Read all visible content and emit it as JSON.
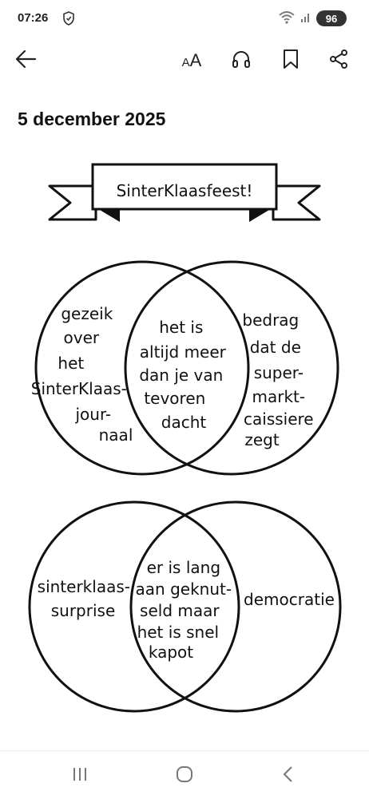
{
  "status": {
    "time": "07:26",
    "battery": "96",
    "icons": [
      "shield-icon",
      "wifi-icon",
      "signal-icon"
    ]
  },
  "toolbar": {
    "font_small": "A",
    "font_big": "A",
    "icons": [
      "back-arrow-icon",
      "font-size-icon",
      "headphones-icon",
      "bookmark-icon",
      "share-icon"
    ]
  },
  "article": {
    "date": "5 december 2025"
  },
  "comic": {
    "banner_title": "SinterKlaasfeest!",
    "venn1": {
      "left": [
        "gezeik",
        "over",
        "het",
        "SinterKlaas-",
        "jour-",
        "naal"
      ],
      "middle": [
        "het is",
        "altijd meer",
        "dan je van",
        "tevoren",
        "dacht"
      ],
      "right": [
        "bedrag",
        "dat de",
        "super-",
        "markt-",
        "caissiere",
        "zegt"
      ]
    },
    "venn2": {
      "left": [
        "sinterklaas-",
        "surprise"
      ],
      "middle": [
        "er is lang",
        "aan geknut-",
        "seld maar",
        "het is snel",
        "kapot"
      ],
      "right": [
        "democratie"
      ]
    }
  },
  "nav": {
    "icons": [
      "recent-apps-icon",
      "home-icon",
      "nav-back-icon"
    ]
  }
}
